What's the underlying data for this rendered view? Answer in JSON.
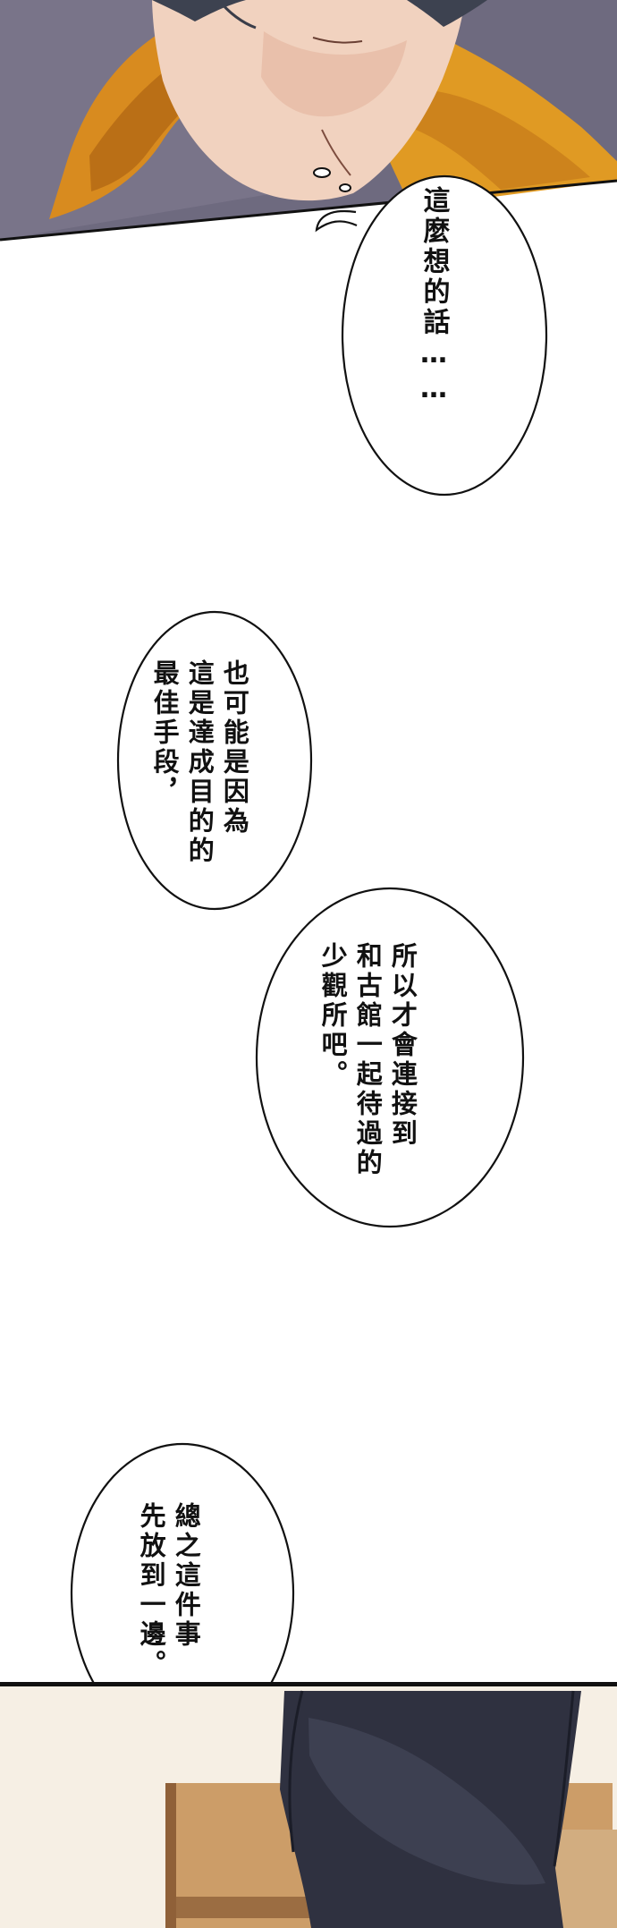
{
  "panels": {
    "top": {
      "description_colors": {
        "hoodie": "#d68a1f",
        "skin": "#f3d2bc",
        "hair": "#3a3f4a",
        "background": "#6f6a80"
      }
    },
    "bottom": {
      "description_colors": {
        "wall": "#f6efe4",
        "chair": "#2d2f3a",
        "wood": "#b78755"
      }
    }
  },
  "bubbles": [
    {
      "lines": [
        "這麼想的話……"
      ]
    },
    {
      "lines": [
        "也可能是因為",
        "這是達成目的的",
        "最佳手段，"
      ]
    },
    {
      "lines": [
        "所以才會連接到",
        "和古館一起待過的",
        "少觀所吧。"
      ]
    },
    {
      "lines": [
        "總之這件事",
        "先放到一邊。"
      ]
    }
  ]
}
